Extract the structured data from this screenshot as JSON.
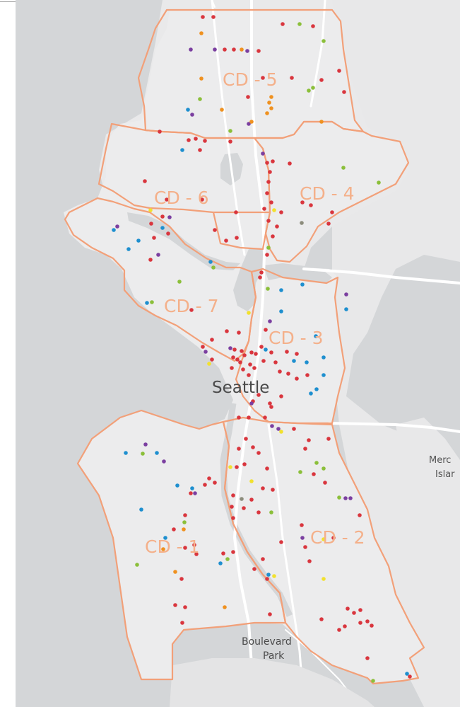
{
  "map": {
    "places": {
      "seattle": "Seattle",
      "boulevard_park_line1": "Boulevard",
      "boulevard_park_line2": "Park",
      "mercer_line1": "Merc",
      "mercer_line2": "Islar"
    },
    "districts": [
      {
        "id": "cd5",
        "label": "CD - 5"
      },
      {
        "id": "cd6",
        "label": "CD - 6"
      },
      {
        "id": "cd4",
        "label": "CD - 4"
      },
      {
        "id": "cd7",
        "label": "CD - 7"
      },
      {
        "id": "cd3",
        "label": "CD - 3"
      },
      {
        "id": "cd1",
        "label": "CD - 1"
      },
      {
        "id": "cd2",
        "label": "CD - 2"
      }
    ],
    "colors": {
      "water": "#d4d6d8",
      "land": "#efeff0",
      "district_fill": "#ececed",
      "district_border": "#f2a079",
      "roads": "#ffffff",
      "point_red": "#d9363e",
      "point_purple": "#7b3fa0",
      "point_blue": "#1e8fcf",
      "point_orange": "#ef9120",
      "point_green": "#8bbf3a",
      "point_yellow": "#f2e12e",
      "point_gray": "#8c8c7c"
    }
  }
}
